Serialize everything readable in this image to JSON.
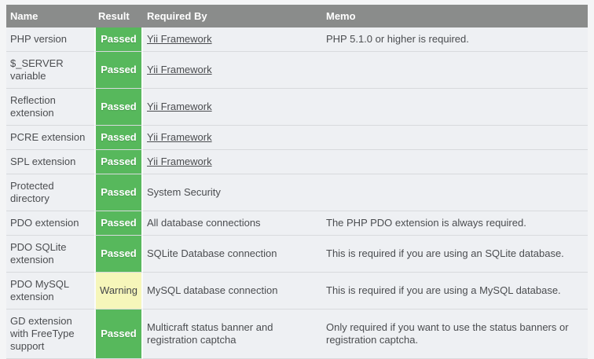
{
  "table": {
    "columns": [
      {
        "label": "Name"
      },
      {
        "label": "Result"
      },
      {
        "label": "Required By"
      },
      {
        "label": "Memo"
      }
    ],
    "rows": [
      {
        "name": "PHP version",
        "result": "Passed",
        "status": "passed",
        "required_by": "Yii Framework",
        "required_by_is_link": true,
        "memo": "PHP 5.1.0 or higher is required."
      },
      {
        "name": "$_SERVER variable",
        "result": "Passed",
        "status": "passed",
        "required_by": "Yii Framework",
        "required_by_is_link": true,
        "memo": ""
      },
      {
        "name": "Reflection extension",
        "result": "Passed",
        "status": "passed",
        "required_by": "Yii Framework",
        "required_by_is_link": true,
        "memo": ""
      },
      {
        "name": "PCRE extension",
        "result": "Passed",
        "status": "passed",
        "required_by": "Yii Framework",
        "required_by_is_link": true,
        "memo": ""
      },
      {
        "name": "SPL extension",
        "result": "Passed",
        "status": "passed",
        "required_by": "Yii Framework",
        "required_by_is_link": true,
        "memo": ""
      },
      {
        "name": "Protected directory",
        "result": "Passed",
        "status": "passed",
        "required_by": "System Security",
        "required_by_is_link": false,
        "memo": ""
      },
      {
        "name": "PDO extension",
        "result": "Passed",
        "status": "passed",
        "required_by": "All database connections",
        "required_by_is_link": false,
        "memo": "The PHP PDO extension is always required."
      },
      {
        "name": "PDO SQLite extension",
        "result": "Passed",
        "status": "passed",
        "required_by": "SQLite Database connection",
        "required_by_is_link": false,
        "memo": "This is required if you are using an SQLite database."
      },
      {
        "name": "PDO MySQL extension",
        "result": "Warning",
        "status": "warning",
        "required_by": "MySQL database connection",
        "required_by_is_link": false,
        "memo": "This is required if you are using a MySQL database."
      },
      {
        "name": "GD extension with FreeType support",
        "result": "Passed",
        "status": "passed",
        "required_by": "Multicraft status banner and registration captcha",
        "required_by_is_link": false,
        "memo": "Only required if you want to use the status banners or registration captcha."
      }
    ],
    "colors": {
      "header_bg": "#8a8c8b",
      "row_bg": "#eef0f3",
      "passed_bg": "#57b85c",
      "warning_bg": "#f6f6ba",
      "separator": "#d8dadd"
    }
  }
}
